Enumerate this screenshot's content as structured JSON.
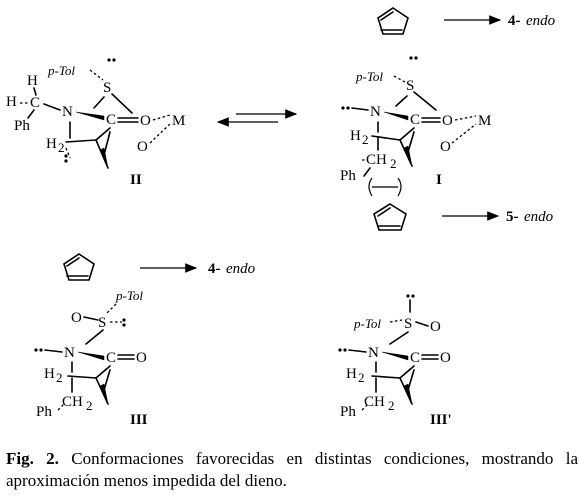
{
  "caption": {
    "label": "Fig. 2.",
    "text": " Conformaciones favorecidas en distintas condiciones, mostrando la aproximación menos impedida del dieno."
  },
  "labels": {
    "ptol": "p-Tol",
    "s": "S",
    "n": "N",
    "c": "C",
    "o": "O",
    "m": "M",
    "h": "H",
    "ph": "Ph",
    "h2": "H",
    "sub2": "2",
    "ch2": "CH",
    "prod_4": "4-",
    "prod_5": "5-",
    "endo": "endo",
    "II": "II",
    "I": "I",
    "III": "III",
    "IIIp": "III'"
  }
}
